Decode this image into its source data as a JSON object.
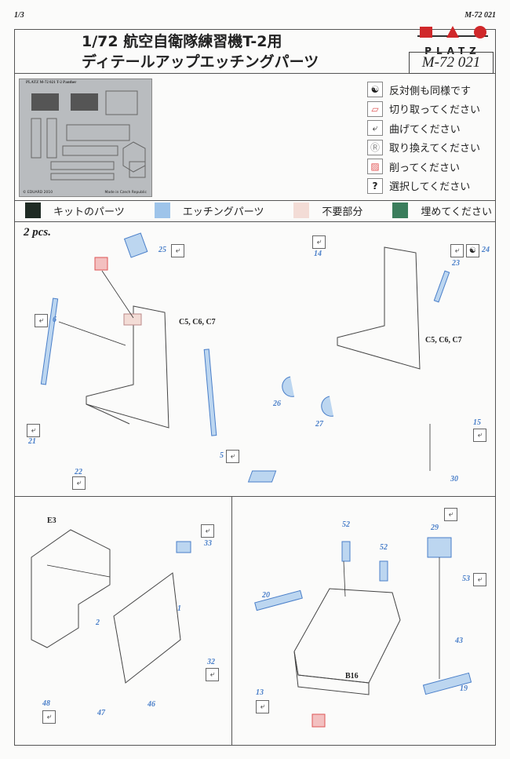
{
  "header": {
    "page_number": "1/3",
    "code_top": "M-72 021",
    "title_line1": "1/72 航空自衛隊練習機T-2用",
    "title_line2": "ディテールアップエッチングパーツ",
    "brand": "PLATZ",
    "product_code": "M-72 021"
  },
  "fret": {
    "caption": "PLATZ M-72 021 T-2 Panther",
    "copyright": "© EDUARD 2010",
    "origin": "Made in Czech Republic"
  },
  "symbols": [
    {
      "icon": "yin-yang-icon",
      "glyph": "☯",
      "label": "反対側も同様です"
    },
    {
      "icon": "cut-icon",
      "glyph": "▱",
      "label": "切り取ってください"
    },
    {
      "icon": "bend-icon",
      "glyph": "⤶",
      "label": "曲げてください"
    },
    {
      "icon": "replace-icon",
      "glyph": "Ⓡ",
      "label": "取り換えてください"
    },
    {
      "icon": "sand-icon",
      "glyph": "▨",
      "label": "削ってください"
    },
    {
      "icon": "question-icon",
      "glyph": "?",
      "label": "選択してください"
    }
  ],
  "color_legend": [
    {
      "label": "キットのパーツ",
      "color": "#1f2b24"
    },
    {
      "label": "エッチングパーツ",
      "color": "#9ec4ea"
    },
    {
      "label": "不要部分",
      "color": "#f3dcd6"
    },
    {
      "label": "埋めてください",
      "color": "#3a7d5c"
    }
  ],
  "step1": {
    "quantity": "2 pcs.",
    "left_ref": "C5, C6, C7",
    "right_ref": "C5, C6, C7",
    "parts": [
      "25",
      "6",
      "21",
      "22",
      "5",
      "14",
      "24",
      "23",
      "26",
      "27",
      "15",
      "30"
    ]
  },
  "step2": {
    "ref": "E3",
    "parts": [
      "33",
      "1",
      "2",
      "32",
      "48",
      "47",
      "46"
    ]
  },
  "step3": {
    "ref": "B16",
    "parts": [
      "52",
      "52",
      "29",
      "53",
      "20",
      "43",
      "13",
      "19"
    ]
  },
  "bend_glyph": "⤶"
}
